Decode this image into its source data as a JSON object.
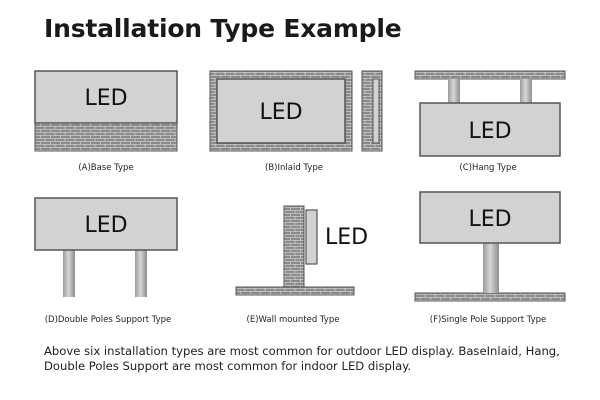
{
  "title": "Installation Type Example",
  "led_label": "LED",
  "captions": {
    "base": "(A)Base Type",
    "inlaid": "(B)Inlaid Type",
    "hang": "(C)Hang Type",
    "double_poles": "(D)Double Poles Support Type",
    "wall_mounted": "(E)Wall mounted Type",
    "single_pole": "(F)Single Pole Support Type"
  },
  "footer_text": "Above six installation types are most common for outdoor LED display. BaseInlaid, Hang, Double Poles Support are most common for indoor LED display.",
  "colors": {
    "panel_fill": "#d2d2d2",
    "panel_border": "#555555",
    "brick_fill": "#8a8a8a",
    "brick_line": "#d8d8d8",
    "pole_fill": "#c4c4c4"
  }
}
